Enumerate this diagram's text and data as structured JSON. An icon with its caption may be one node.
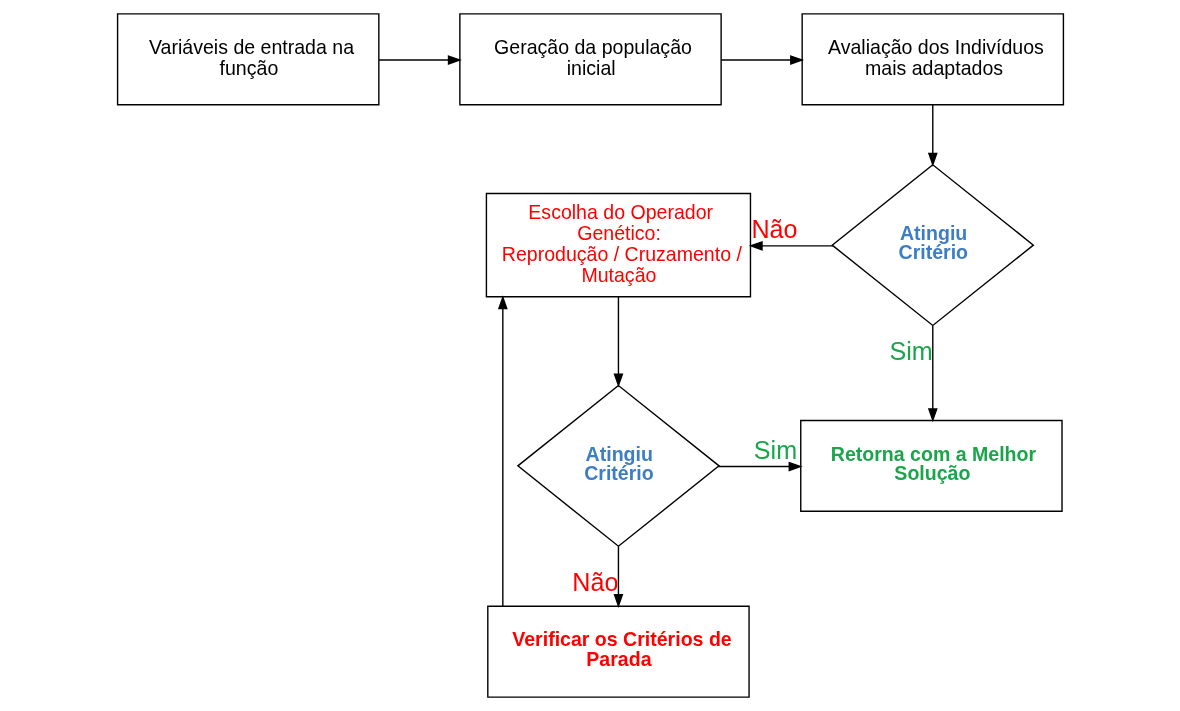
{
  "diagram": {
    "nodes": [
      {
        "text": [
          "Variáveis de entrada na função"
        ]
      },
      {
        "text": [
          "Geração da população inicial"
        ]
      },
      {
        "text": [
          "Avaliação dos Indivíduos mais adaptados"
        ]
      },
      {
        "text": [
          "Escolha do Operador Genético:",
          "Reprodução / Cruzamento / Mutação"
        ]
      },
      {
        "text": [
          "Atingiu Critério"
        ]
      },
      {
        "text": [
          "Atingiu Critério"
        ]
      },
      {
        "text": [
          "Retorna com a Melhor Solução"
        ]
      },
      {
        "text": [
          "Verificar os Critérios de Parada"
        ]
      }
    ],
    "edges": [
      {
        "from": 0,
        "to": 1,
        "arrow": "to"
      },
      {
        "from": 1,
        "to": 2,
        "arrow": "to"
      },
      {
        "from": 2,
        "to": 4,
        "arrow": "to"
      },
      {
        "from": 4,
        "to": 3,
        "arrow": "to",
        "label": "Não"
      },
      {
        "from": 4,
        "to": 6,
        "arrow": "to",
        "label": "Sim"
      },
      {
        "from": 3,
        "to": 5,
        "arrow": "to"
      },
      {
        "from": 5,
        "to": 6,
        "arrow": "to",
        "label": "Sim"
      },
      {
        "from": 5,
        "to": 7,
        "arrow": "to",
        "label": "Não"
      },
      {
        "from": 7,
        "to": 3,
        "arrow": "to"
      }
    ]
  }
}
